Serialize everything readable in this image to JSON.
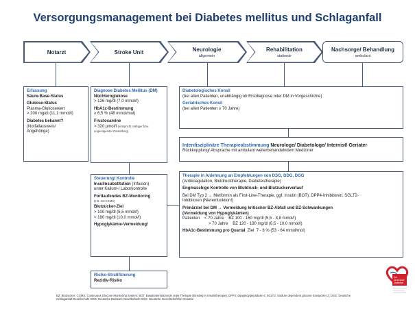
{
  "title": "Versorgungsmanagement bei Diabetes mellitus und Schlaganfall",
  "stages": [
    {
      "label": "Notarzt",
      "sub": ""
    },
    {
      "label": "Stroke Unit",
      "sub": ""
    },
    {
      "label": "Neurologie",
      "sub": "allgemein"
    },
    {
      "label": "Rehabilitation",
      "sub": "stationär"
    },
    {
      "label": "Nachsorge/ Behandlung",
      "sub": "ambulant"
    }
  ],
  "notarzt_box": {
    "heading": "Erfassung",
    "l1": "Säure-Base-Status",
    "l2": "Glukose-Status",
    "l3": "Plasma-Glukosewert",
    "l4": "> 200 mg/dl (11,1 mmol/l)",
    "l5": "Diabetes bekannt?",
    "l6": "(Notfallausweis/",
    "l7": "Angehörige)"
  },
  "stroke_box": {
    "heading": "Diagnose Diabetes Mellitus (DM)",
    "l1": "Nüchternglukose",
    "l2": "> 126 mg/dl (7,0 mmol/l)",
    "l3": "HbA1c-Bestimmung",
    "l4": "≥ 6,5 % (48 mmol/mol)",
    "l5": "Fructosamine",
    "l6": "> 320 µmol/l",
    "l6_note": "(entspricht mäßiger bzw. ungenügender Einstellung)"
  },
  "steuerung_box": {
    "heading": "Steuerung/ Kontrolle",
    "l1": "Insulinsubstitution",
    "l1b": " (Infusion)",
    "l2": "unter Kalium-/ Laborkontrolle",
    "l3": "Fortlaufendes BZ-Monitoring",
    "l3_note": "(z.B. mit CGMS)",
    "l4": "Blutzucker-Ziel",
    "l5": "> 100 mg/dl (5,5 mmol/l)",
    "l6": "< 180 mg/dl (10,0 mmol/l)",
    "l7": "Hypoglykämie-Vermeidung!"
  },
  "risiko_box": {
    "l1": "Risiko-Stratifizierung",
    "l2": "Rezidiv-Risiko"
  },
  "konsil_box": {
    "h1": "Diabetologisches Konsil",
    "t1": "(bei allen Patienten, unabhängig ob Erstdiagnose oder DM in Vorgeschichte)",
    "h2": "Geriatrisches Konsil",
    "t2": "(bei allen Patienten ≥ 70 Jahre)"
  },
  "interdisz_box": {
    "h1": "Interdisziplinäre Therapieabstimmung",
    "h1b": " Neurologe/ Diabetologe/ Internist/ Geriater",
    "t1": "Rückkopplung/ Absprache mit ambulant weiterbehandelndem Mediziner"
  },
  "therapie_box": {
    "h1": "Therapie in Anlehnung an Empfehlungen von DSG, DDG, DGG",
    "t1": "(Antikoagulation, Blutdrucktherapie, Diabetestherapie)",
    "b1": "Engmaschige Kontrolle von Blutdruck- und Blutzuckerverlauf",
    "t2": "Bei DM Typ 2  → Metformin als First-Line-Therapie, ggf. Insulin (BOT), DPP4-Inhibitoren, SGLT2-",
    "t3": "Inhibitoren (Nierenfunktion!)",
    "b2": "Primärziel bei DM → Vermeidung kritischer BZ-Abfall und BZ-Schwankungen",
    "b3": "(Vermeidung von Hypoglykämien)",
    "t4": "Patienten    < 70 Jahre    BZ 100 - 160 mg/dl (5,5 - 8,8 mmol/l)",
    "t5": "> 70 Jahre    BZ 120 - 180 mg/dl (6,5 - 10,0 mmol/l)",
    "b4": "HbA1c-Bestimmung pro Quartal",
    "t6": "  Ziel  7 - 8 % (53 - 64 mmol/mol)"
  },
  "footnote": "BZ: Blutzucker; CGMS: Continuous Glucose Monitoring System; BOT: Basalunterstützende orale Therapie (Einstieg in Insulintherapie); DPP4: Dipeptidylpeptidase 4; SGLT2: Sodium dependent glucose transporter 2; DSG: Deutsche Schlaganfall-Gesellschaft; DDG: Deutsche Diabetes Gesellschaft; DGG: Deutsche Gesellschaft für Geriatrie",
  "logo": {
    "line1": "Der",
    "line2": "herzkranke",
    "line3": "Diabetiker",
    "accent": "#d0202e"
  },
  "colors": {
    "title": "#1f3f6e",
    "border": "#4a5b75",
    "heading": "#2e67a8"
  }
}
